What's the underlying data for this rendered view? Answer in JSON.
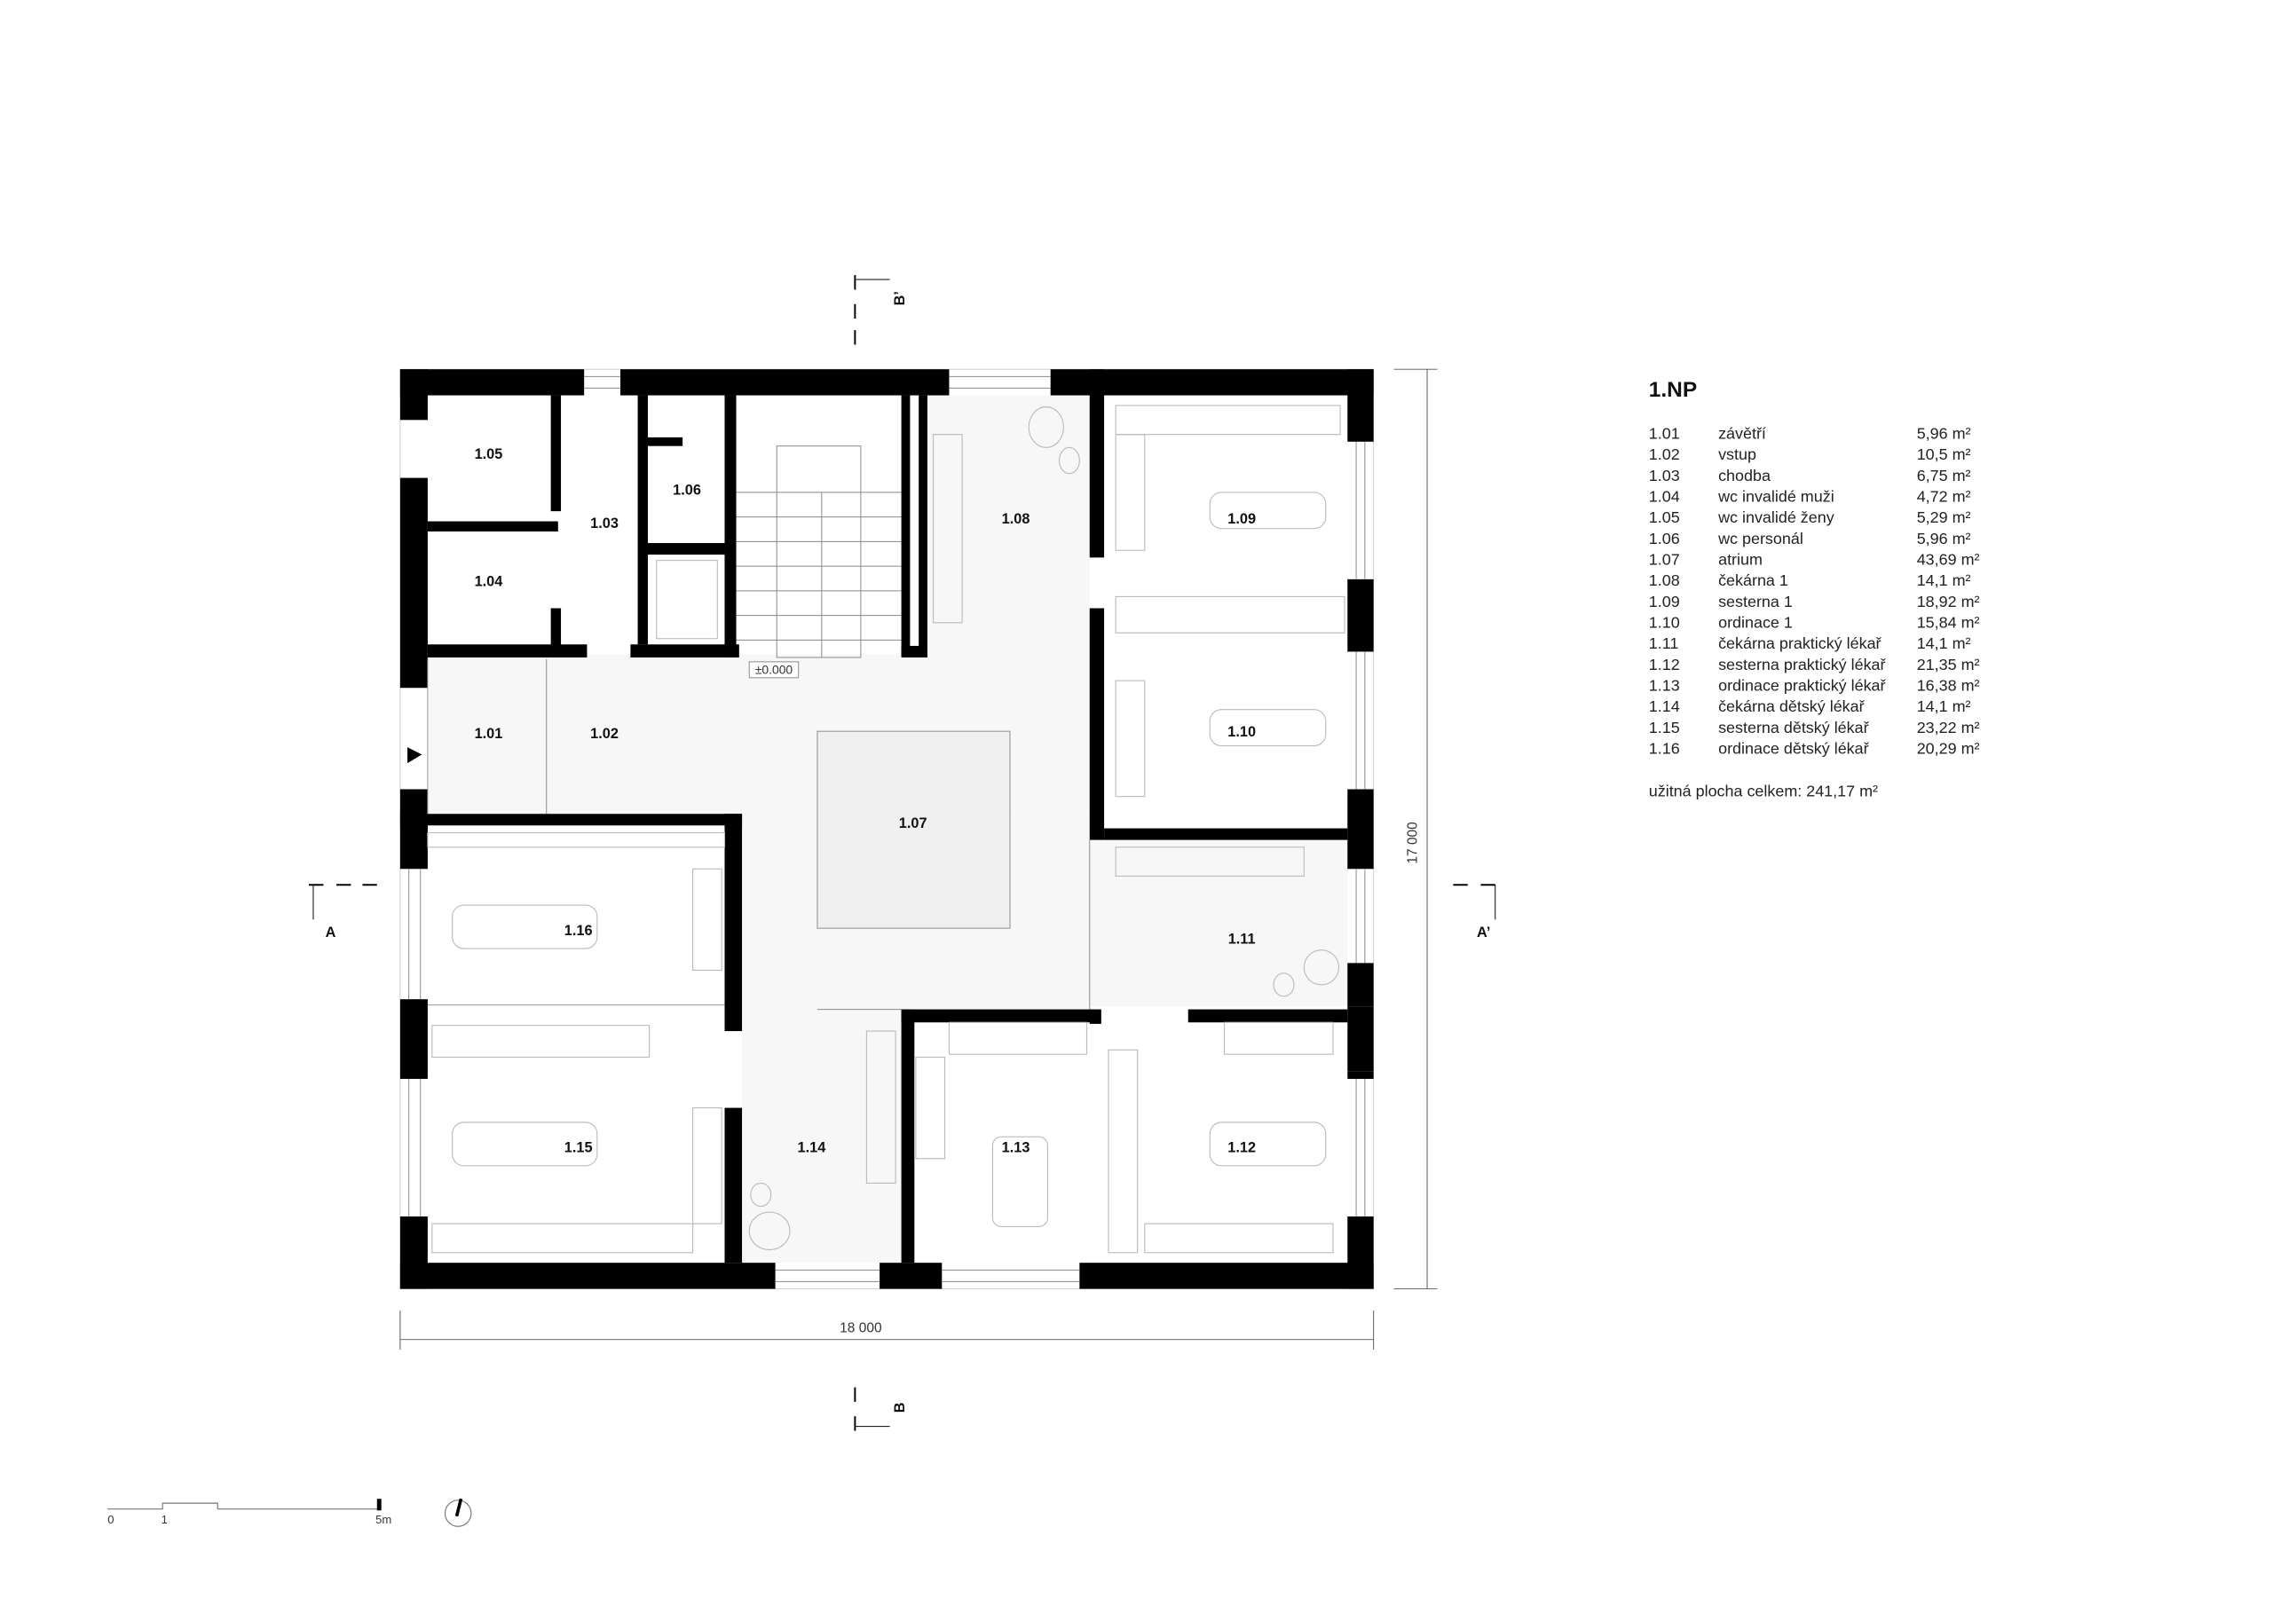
{
  "plan": {
    "level_marker": "±0.000",
    "rooms": [
      {
        "id": "1.01"
      },
      {
        "id": "1.02"
      },
      {
        "id": "1.03"
      },
      {
        "id": "1.04"
      },
      {
        "id": "1.05"
      },
      {
        "id": "1.06"
      },
      {
        "id": "1.07"
      },
      {
        "id": "1.08"
      },
      {
        "id": "1.09"
      },
      {
        "id": "1.10"
      },
      {
        "id": "1.11"
      },
      {
        "id": "1.12"
      },
      {
        "id": "1.13"
      },
      {
        "id": "1.14"
      },
      {
        "id": "1.15"
      },
      {
        "id": "1.16"
      }
    ],
    "dimension_width": "18 000",
    "dimension_height": "17 000",
    "sections": {
      "a": "A",
      "a_prime": "A’",
      "b": "B",
      "b_prime": "B’"
    }
  },
  "legend": {
    "title": "1.NP",
    "rows": [
      {
        "num": "1.01",
        "name": "závětří",
        "area": "5,96 m²"
      },
      {
        "num": "1.02",
        "name": "vstup",
        "area": "10,5 m²"
      },
      {
        "num": "1.03",
        "name": "chodba",
        "area": "6,75 m²"
      },
      {
        "num": "1.04",
        "name": "wc invalidé muži",
        "area": "4,72 m²"
      },
      {
        "num": "1.05",
        "name": "wc invalidé ženy",
        "area": "5,29 m²"
      },
      {
        "num": "1.06",
        "name": "wc personál",
        "area": "5,96 m²"
      },
      {
        "num": "1.07",
        "name": "atrium",
        "area": "43,69 m²"
      },
      {
        "num": "1.08",
        "name": "čekárna 1",
        "area": "14,1 m²"
      },
      {
        "num": "1.09",
        "name": "sesterna 1",
        "area": "18,92 m²"
      },
      {
        "num": "1.10",
        "name": "ordinace 1",
        "area": "15,84 m²"
      },
      {
        "num": "1.11",
        "name": "čekárna praktický lékař",
        "area": "14,1 m²"
      },
      {
        "num": "1.12",
        "name": "sesterna praktický lékař",
        "area": "21,35 m²"
      },
      {
        "num": "1.13",
        "name": "ordinace praktický lékař",
        "area": "16,38 m²"
      },
      {
        "num": "1.14",
        "name": "čekárna dětský lékař",
        "area": "14,1 m²"
      },
      {
        "num": "1.15",
        "name": "sesterna dětský lékař",
        "area": "23,22 m²"
      },
      {
        "num": "1.16",
        "name": "ordinace dětský lékař",
        "area": "20,29 m²"
      }
    ],
    "total": "užitná plocha celkem: 241,17 m²"
  },
  "scale_bar": {
    "t0": "0",
    "t1": "1",
    "t5": "5m"
  },
  "colors": {
    "wall": "#000000",
    "floor_shade": "#f7f7f7",
    "atrium": "#efefef"
  }
}
